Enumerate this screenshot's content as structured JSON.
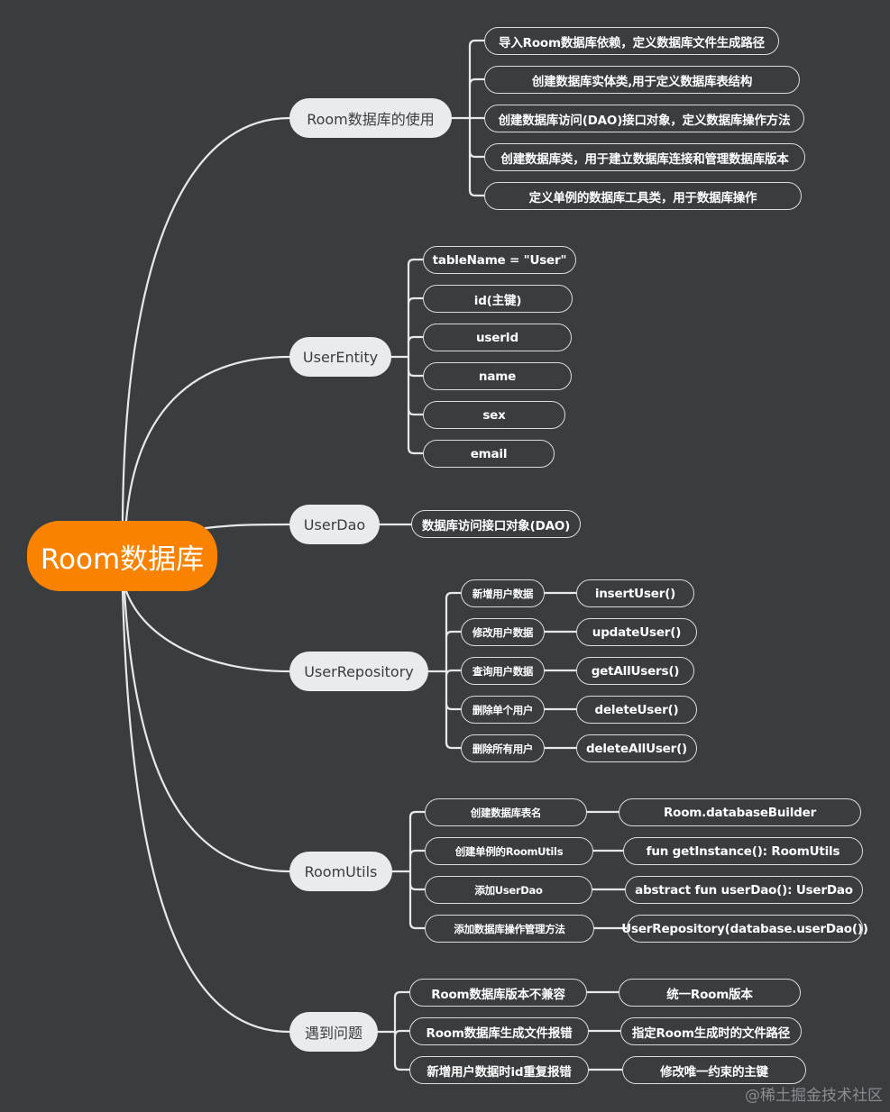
{
  "root": {
    "label": "Room数据库"
  },
  "branches": {
    "usage": {
      "label": "Room数据库的使用",
      "items": [
        "导入Room数据库依赖，定义数据库文件生成路径",
        "创建数据库实体类,用于定义数据库表结构",
        "创建数据库访问(DAO)接口对象，定义数据库操作方法",
        "创建数据库类，用于建立数据库连接和管理数据库版本",
        "定义单例的数据库工具类，用于数据库操作"
      ]
    },
    "entity": {
      "label": "UserEntity",
      "items": [
        "tableName = \"User\"",
        "id(主键)",
        "userId",
        "name",
        "sex",
        "email"
      ]
    },
    "dao": {
      "label": "UserDao",
      "items": [
        "数据库访问接口对象(DAO)"
      ]
    },
    "repository": {
      "label": "UserRepository",
      "items": [
        {
          "label": "新增用户数据",
          "child": "insertUser()"
        },
        {
          "label": "修改用户数据",
          "child": "updateUser()"
        },
        {
          "label": "查询用户数据",
          "child": "getAllUsers()"
        },
        {
          "label": "删除单个用户",
          "child": "deleteUser()"
        },
        {
          "label": "删除所有用户",
          "child": "deleteAllUser()"
        }
      ]
    },
    "utils": {
      "label": "RoomUtils",
      "items": [
        {
          "label": "创建数据库表名",
          "child": "Room.databaseBuilder"
        },
        {
          "label": "创建单例的RoomUtils",
          "child": "fun getInstance(): RoomUtils"
        },
        {
          "label": "添加UserDao",
          "child": "abstract fun userDao(): UserDao"
        },
        {
          "label": "添加数据库操作管理方法",
          "child": "UserRepository(database.userDao())"
        }
      ]
    },
    "problems": {
      "label": "遇到问题",
      "items": [
        {
          "label": "Room数据库版本不兼容",
          "child": "统一Room版本"
        },
        {
          "label": "Room数据库生成文件报错",
          "child": "指定Room生成时的文件路径"
        },
        {
          "label": "新增用户数据时id重复报错",
          "child": "修改唯一约束的主键"
        }
      ]
    }
  },
  "watermark": "@稀土掘金技术社区",
  "colors": {
    "background": "#3a3d40",
    "root": "#f98300",
    "branch": "#e9ebec",
    "line": "#e6e8e9"
  }
}
